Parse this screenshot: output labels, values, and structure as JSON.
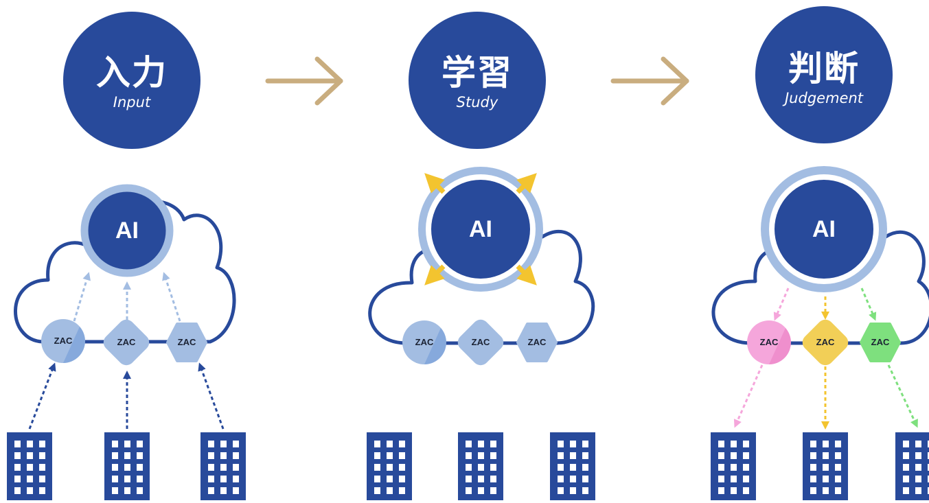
{
  "stages": [
    {
      "id": "input",
      "title_jp": "入力",
      "title_en": "Input"
    },
    {
      "id": "study",
      "title_jp": "学習",
      "title_en": "Study"
    },
    {
      "id": "judgement",
      "title_jp": "判断",
      "title_en": "Judgement"
    }
  ],
  "ai_label": "AI",
  "zac_label": "ZAC",
  "icons": {
    "arrow": "long-right-arrow-icon",
    "building": "building-icon",
    "cloud": "cloud-icon",
    "expand": "expand-arrows-icon"
  },
  "colors": {
    "navy": "#284a9b",
    "light_blue": "#a3bde2",
    "arrow_tan": "#c9ad7f",
    "yellow": "#f3c42f",
    "pink": "#f5a6db",
    "gold": "#f2cf57",
    "green": "#7ee07e"
  }
}
